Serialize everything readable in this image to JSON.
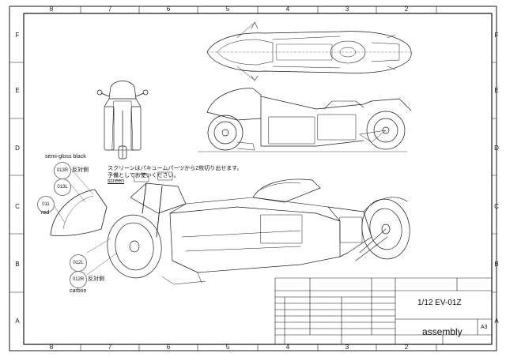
{
  "zones": {
    "top": [
      "8",
      "7",
      "6",
      "5",
      "4",
      "3",
      "2"
    ],
    "bottom": [
      "8",
      "7",
      "6",
      "5",
      "4",
      "3",
      "2"
    ],
    "left": [
      "F",
      "E",
      "D",
      "C",
      "B",
      "A"
    ],
    "right": [
      "F",
      "E",
      "D",
      "C",
      "B",
      "A"
    ]
  },
  "callouts": {
    "finish_semigloss": "semi-gloss black",
    "part_013r": "013R",
    "part_013r_note": "反対側",
    "part_013l": "013L",
    "part_011": "011",
    "color_red": "red",
    "part_012l": "012L",
    "part_012r": "012R",
    "part_012r_note": "反対側",
    "finish_carbon": "carbon"
  },
  "screen_note": {
    "line1": "スクリーンはパキュームパーツから2枚切り出せます。",
    "line2": "予備としてお使いください。",
    "line3": "screen"
  },
  "title_block": {
    "model": "1/12 EV-01Z",
    "drawing_name": "assembly",
    "sheet_size": "A3"
  },
  "colors": {
    "line": "#1a1a1a",
    "paper": "#ffffff",
    "circle": "#777777"
  }
}
